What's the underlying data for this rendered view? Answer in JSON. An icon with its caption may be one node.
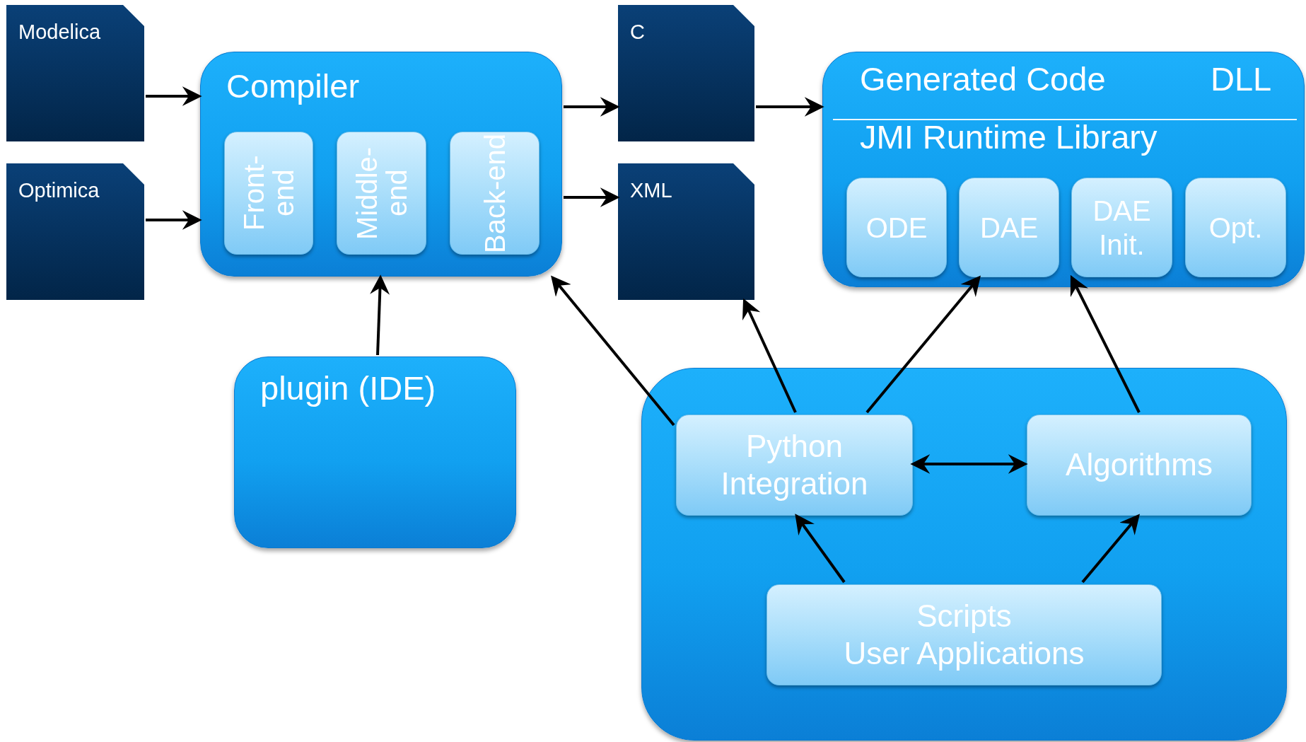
{
  "diagram": {
    "nodes": [
      {
        "text": [
          "Modelica"
        ]
      },
      {
        "text": [
          "Optimica"
        ]
      },
      {
        "text": [
          "Compiler"
        ]
      },
      {
        "text": [
          "Front-end"
        ],
        "in": 2
      },
      {
        "text": [
          "Middle-end"
        ],
        "in": 2
      },
      {
        "text": [
          "Back-end"
        ],
        "in": 2
      },
      {
        "text": [
          "C"
        ]
      },
      {
        "text": [
          "XML"
        ]
      },
      {
        "text": [
          "Generated Code",
          "DLL",
          "JMI Runtime Library"
        ]
      },
      {
        "text": [
          "ODE"
        ],
        "in": 8
      },
      {
        "text": [
          "DAE"
        ],
        "in": 8
      },
      {
        "text": [
          "DAE Init."
        ],
        "in": 8
      },
      {
        "text": [
          "Opt."
        ],
        "in": 8
      },
      {
        "text": [
          "plugin (IDE)"
        ]
      },
      {
        "text": [],
        "shape": "box"
      },
      {
        "text": [
          "Python Integration"
        ],
        "in": 14
      },
      {
        "text": [
          "Algorithms"
        ],
        "in": 14
      },
      {
        "text": [
          "Scripts",
          "User Applications"
        ],
        "in": 14
      }
    ],
    "edges": [
      {
        "from": 0,
        "to": 2,
        "arrow": "to"
      },
      {
        "from": 1,
        "to": 2,
        "arrow": "to"
      },
      {
        "from": 2,
        "to": 6,
        "arrow": "to"
      },
      {
        "from": 2,
        "to": 7,
        "arrow": "to"
      },
      {
        "from": 6,
        "to": 8,
        "arrow": "to"
      },
      {
        "from": 13,
        "to": 2,
        "arrow": "to"
      },
      {
        "from": 15,
        "to": 2,
        "arrow": "to"
      },
      {
        "from": 15,
        "to": 7,
        "arrow": "to"
      },
      {
        "from": 15,
        "to": 10,
        "arrow": "to"
      },
      {
        "from": 16,
        "to": 11,
        "arrow": "to"
      },
      {
        "from": 15,
        "to": 16,
        "arrow": "both"
      },
      {
        "from": 17,
        "to": 15,
        "arrow": "to"
      },
      {
        "from": 17,
        "to": 16,
        "arrow": "to"
      }
    ]
  }
}
